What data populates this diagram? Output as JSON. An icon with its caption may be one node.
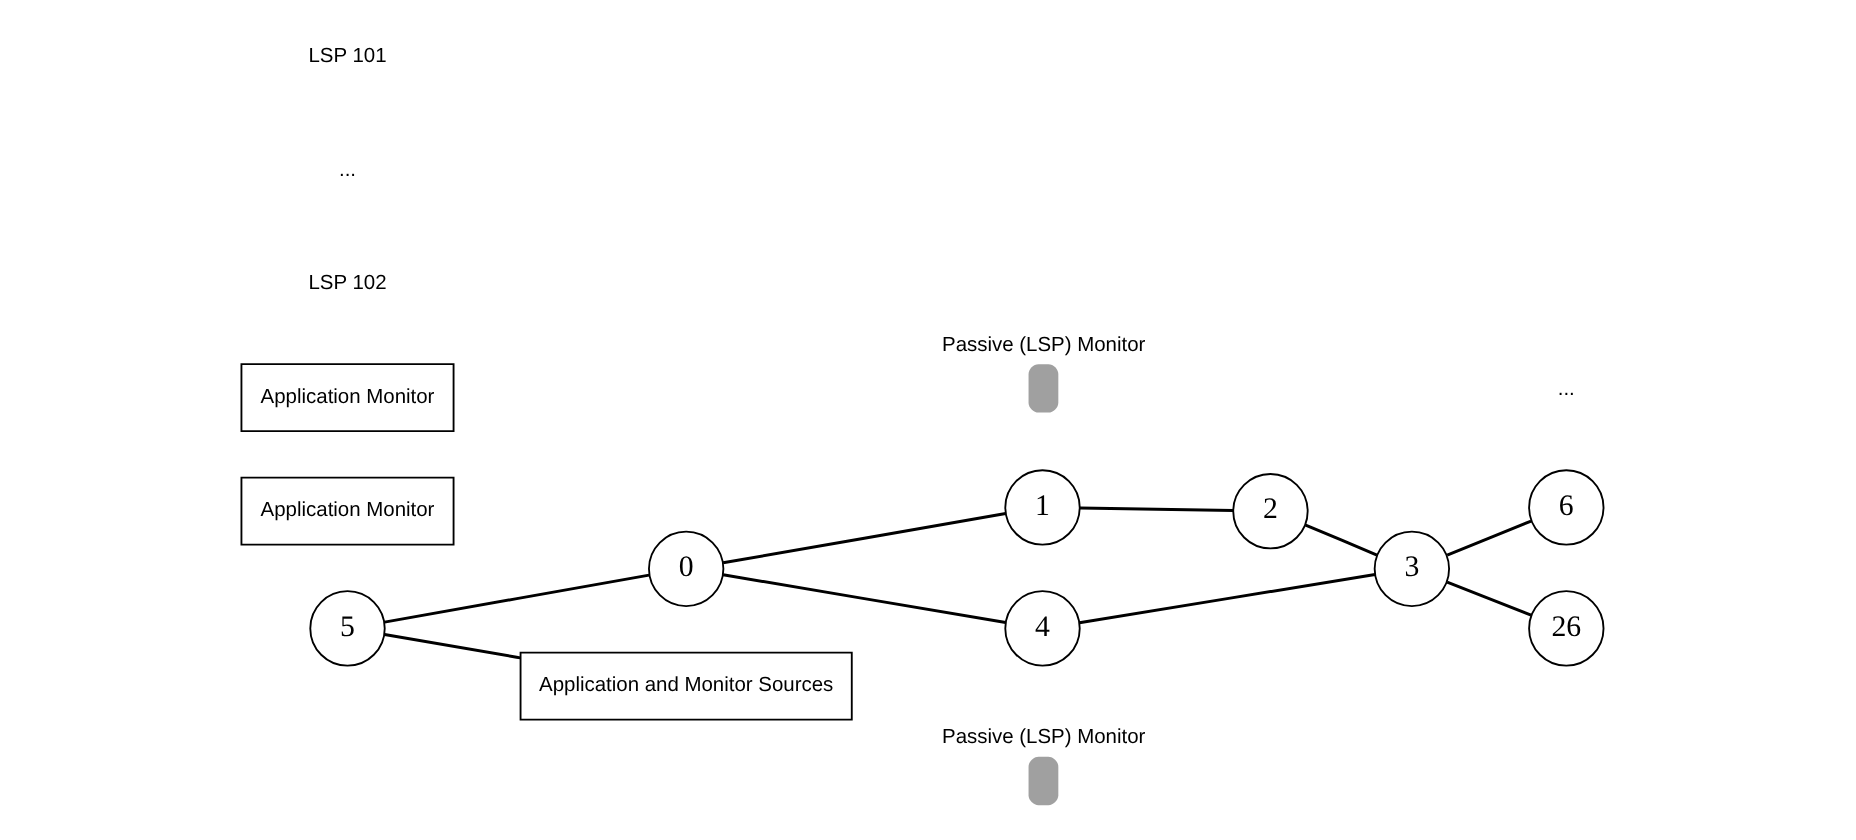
{
  "diagram": {
    "nodes": [
      {
        "text": [
          "Passive (LSP) Monitor"
        ]
      },
      {
        "text": [
          "1"
        ]
      },
      {
        "text": [
          "2"
        ]
      },
      {
        "text": [
          "6"
        ]
      },
      {
        "text": [
          "Application Monitor"
        ]
      },
      {
        "text": [
          "5"
        ]
      },
      {
        "text": [
          "0"
        ]
      },
      {
        "text": [
          "3"
        ]
      },
      {
        "text": [
          "4"
        ]
      },
      {
        "text": [
          "26"
        ]
      },
      {
        "text": [
          "Application Monitor"
        ]
      },
      {
        "text": [
          "Application and Monitor Sources"
        ]
      },
      {
        "text": [
          "Passive (LSP) Monitor"
        ]
      }
    ],
    "edges": [
      {
        "from": 5,
        "to": 6,
        "arrow": "none"
      },
      {
        "from": 6,
        "to": 1,
        "arrow": "none"
      },
      {
        "from": 1,
        "to": 2,
        "arrow": "none"
      },
      {
        "from": 2,
        "to": 7,
        "arrow": "none"
      },
      {
        "from": 6,
        "to": 8,
        "arrow": "none"
      },
      {
        "from": 8,
        "to": 7,
        "arrow": "none"
      },
      {
        "from": 7,
        "to": 3,
        "arrow": "none"
      },
      {
        "from": 7,
        "to": 9,
        "arrow": "none"
      },
      {
        "from": 5,
        "to": 11,
        "arrow": "none"
      }
    ],
    "labels": [
      "LSP 102",
      "...",
      "...",
      "LSP 101"
    ]
  }
}
